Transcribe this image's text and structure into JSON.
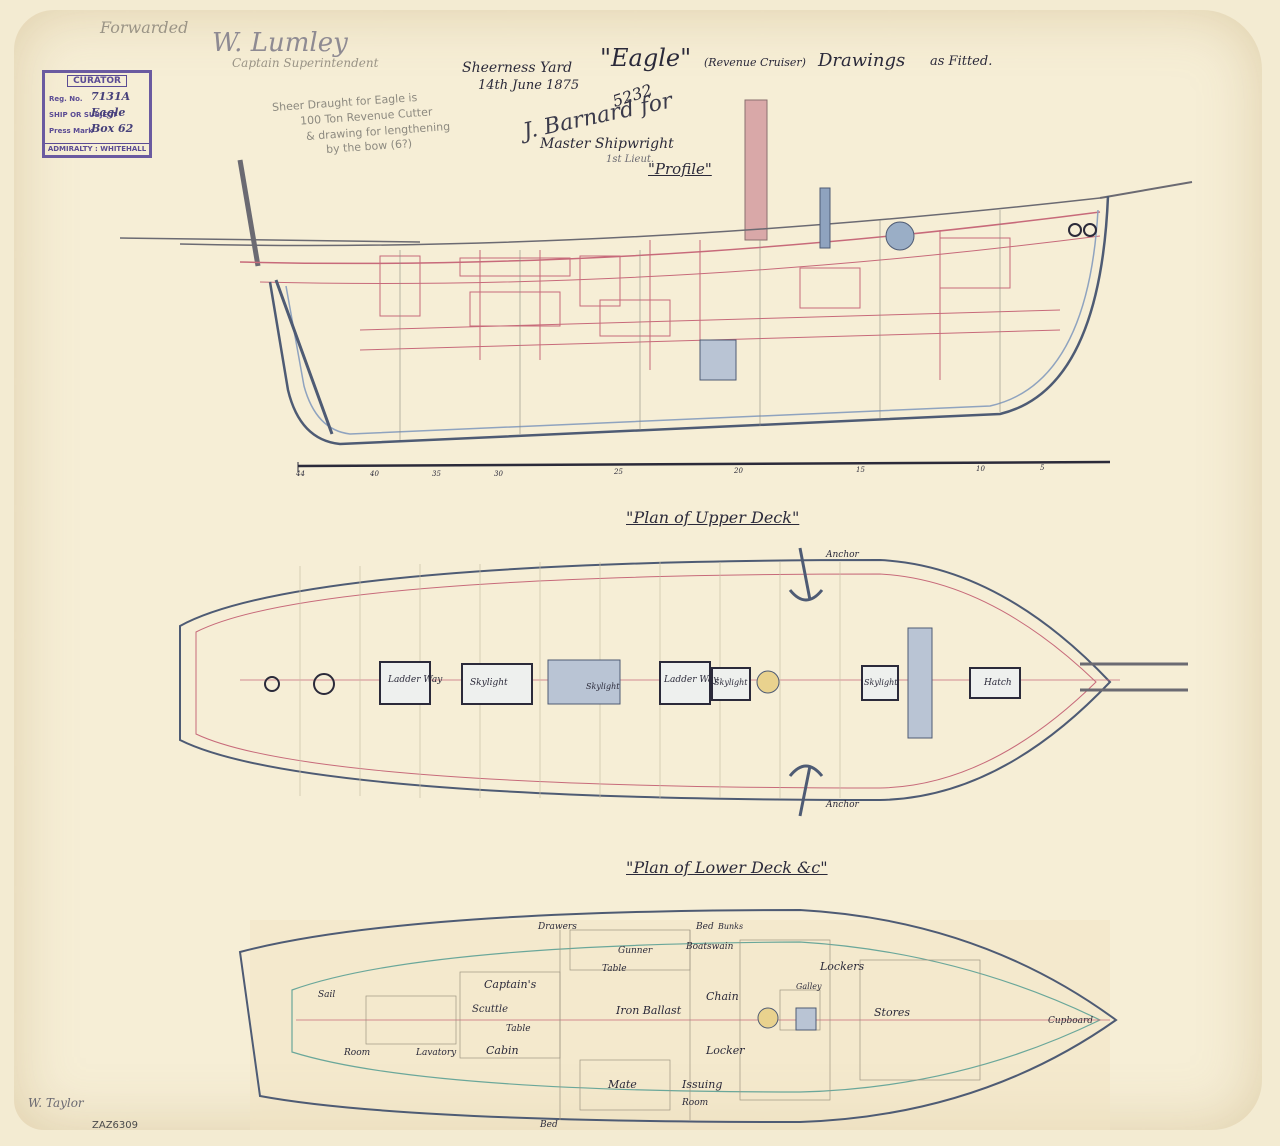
{
  "stamp": {
    "heading": "CURATOR",
    "reg_label": "Reg. No.",
    "reg_value": "7131A",
    "ship_label": "SHIP OR SUBJECT",
    "ship_value": "Eagle",
    "press_label": "Press Mark",
    "press_value": "Box 62",
    "footer": "ADMIRALTY : WHITEHALL"
  },
  "header": {
    "forwarded": "Forwarded",
    "signature_top": "W. Lumley",
    "captain_super": "Captain Superintendent",
    "yard": "Sheerness Yard",
    "date": "14th June 1875",
    "title_ship": "\"Eagle\"",
    "title_type": "(Revenue Cruiser)",
    "title_drawings": "Drawings",
    "title_as_fitted": "as Fitted.",
    "number": "5232",
    "signature_mid": "J. Barnard for",
    "master": "Master Shipwright",
    "master_sub": "1st Lieut."
  },
  "pencil_note": [
    "Sheer Draught for Eagle is",
    "100 Ton Revenue Cutter",
    "& drawing for lengthening",
    "by the bow (6?)"
  ],
  "profile": {
    "title": "\"Profile\"",
    "scale_ticks": [
      "44",
      "40",
      "35",
      "30",
      "25",
      "20",
      "15",
      "10",
      "5"
    ]
  },
  "upper_deck": {
    "title": "\"Plan of Upper Deck\"",
    "labels": [
      "Ladder Way",
      "Skylight",
      "Skylight",
      "Ladder Way",
      "Skylight",
      "Skylight",
      "Hatch",
      "Anchor",
      "Anchor"
    ]
  },
  "lower_deck": {
    "title": "\"Plan of Lower Deck &c\"",
    "labels": [
      "Sail",
      "Room",
      "Captain's",
      "Scuttle",
      "Table",
      "Cabin",
      "Iron Ballast",
      "Chain",
      "Locker",
      "Gunner",
      "Table",
      "Boatswain",
      "Lockers",
      "Stores",
      "Mate",
      "Issuing",
      "Room",
      "Bed",
      "Bed",
      "Bunks",
      "Drawers",
      "Lavatory",
      "Galley",
      "Cupboard"
    ]
  },
  "footer": {
    "draftsman": "W. Taylor",
    "catalogue": "ZAZ6309"
  }
}
